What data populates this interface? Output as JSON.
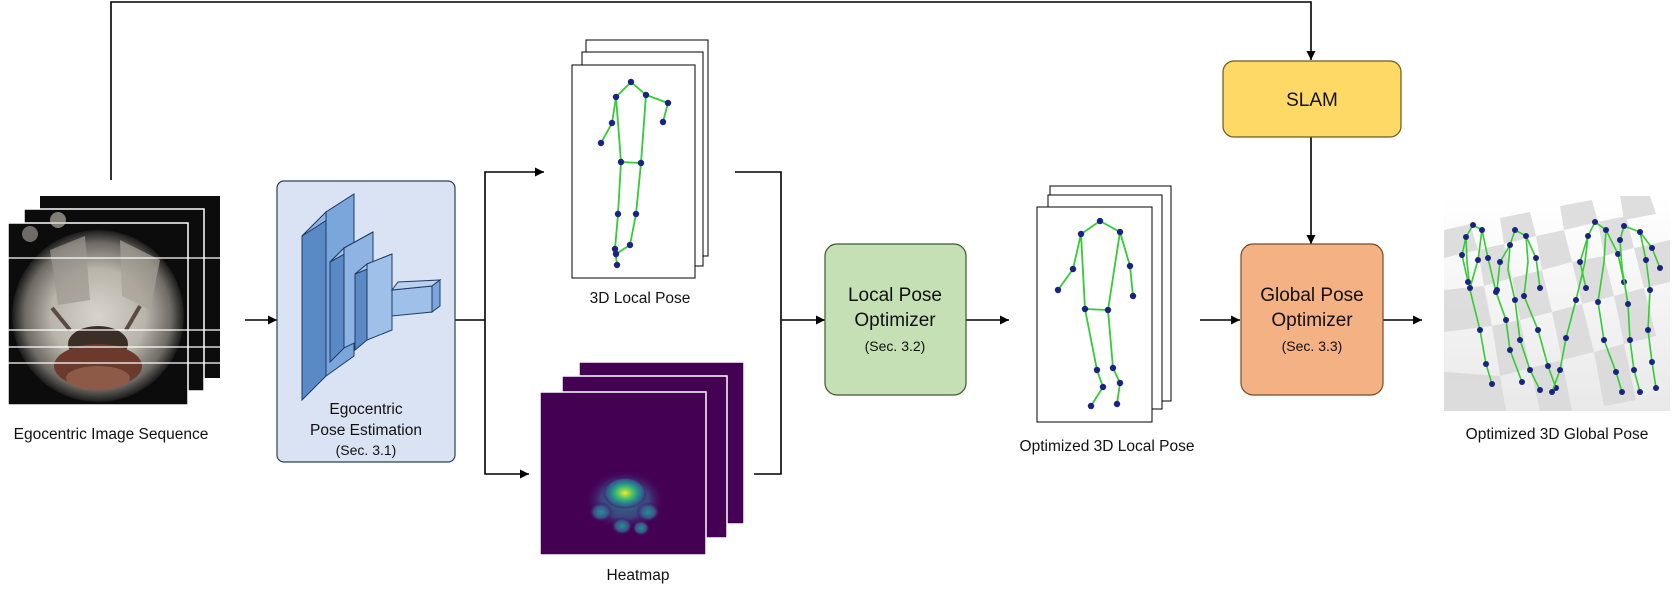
{
  "diagram": {
    "input_label": "Egocentric Image Sequence",
    "egocentric_module": {
      "title_line1": "Egocentric",
      "title_line2": "Pose Estimation",
      "ref": "(Sec. 3.1)",
      "fill": "#dae3f3"
    },
    "local_pose_label": "3D Local Pose",
    "heatmap_label": "Heatmap",
    "local_optimizer": {
      "title_line1": "Local Pose",
      "title_line2": "Optimizer",
      "ref": "(Sec. 3.2)",
      "fill": "#c5e0b4"
    },
    "optimized_local_label": "Optimized 3D Local Pose",
    "slam": {
      "title": "SLAM",
      "fill": "#ffd966"
    },
    "global_optimizer": {
      "title_line1": "Global Pose",
      "title_line2": "Optimizer",
      "ref": "(Sec. 3.3)",
      "fill": "#f4b183"
    },
    "optimized_global_label": "Optimized 3D Global Pose"
  },
  "colors": {
    "skeleton_bone": "#33cc33",
    "skeleton_joint": "#1a237e",
    "heatmap_background": "#440154",
    "network_block": "#7aa6dc",
    "arrow": "#000000"
  }
}
